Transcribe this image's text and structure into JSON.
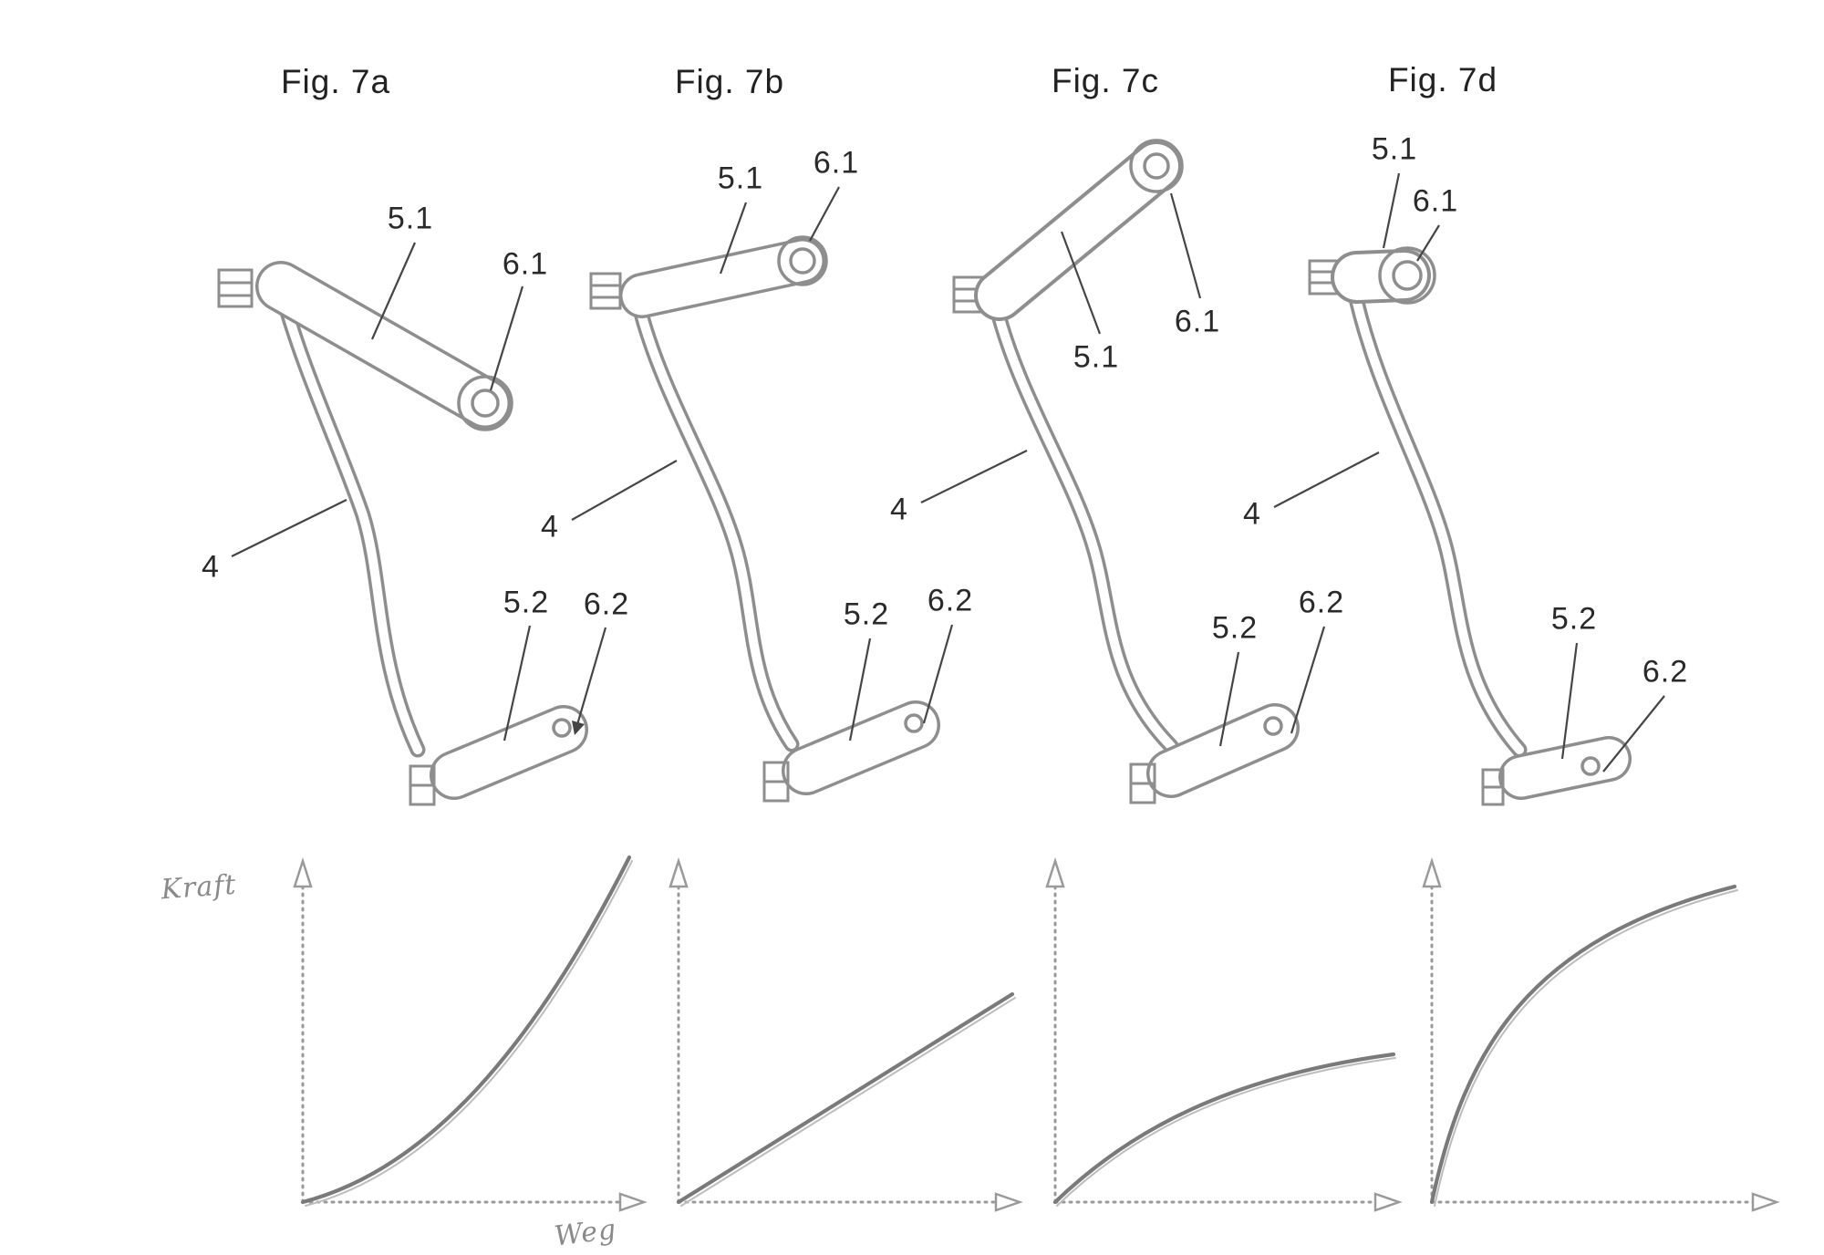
{
  "document": {
    "kind": "patent drawing sheet",
    "background_color": "#ffffff",
    "line_color": "#8e8e8e",
    "text_color": "#2a2a2a"
  },
  "figures": [
    {
      "title": "Fig. 7a",
      "labels": {
        "upper_arm": "5.1",
        "upper_eye": "6.1",
        "lever": "4",
        "lower_arm": "5.2",
        "lower_eye": "6.2"
      }
    },
    {
      "title": "Fig. 7b",
      "labels": {
        "upper_arm": "5.1",
        "upper_eye": "6.1",
        "lever": "4",
        "lower_arm": "5.2",
        "lower_eye": "6.2"
      }
    },
    {
      "title": "Fig. 7c",
      "labels": {
        "upper_arm": "5.1",
        "upper_eye": "6.1",
        "lever": "4",
        "lower_arm": "5.2",
        "lower_eye": "6.2"
      }
    },
    {
      "title": "Fig. 7d",
      "labels": {
        "upper_arm": "5.1",
        "upper_eye": "6.1",
        "lever": "4",
        "lower_arm": "5.2",
        "lower_eye": "6.2"
      }
    }
  ],
  "axes": {
    "y_label": "Kraft",
    "x_label": "Weg"
  },
  "chart_data": [
    {
      "type": "line",
      "title": "Fig. 7a force-travel curve",
      "xlabel": "Weg",
      "ylabel": "Kraft",
      "shape": "progressive (convex rising)",
      "legend": false,
      "grid": false,
      "x": [
        0,
        0.2,
        0.4,
        0.6,
        0.8,
        1.0
      ],
      "y": [
        0,
        0.1,
        0.25,
        0.45,
        0.7,
        1.0
      ]
    },
    {
      "type": "line",
      "title": "Fig. 7b force-travel curve",
      "xlabel": "Weg",
      "ylabel": "Kraft",
      "shape": "linear",
      "legend": false,
      "grid": false,
      "x": [
        0,
        1.0
      ],
      "y": [
        0,
        0.62
      ]
    },
    {
      "type": "line",
      "title": "Fig. 7c force-travel curve",
      "xlabel": "Weg",
      "ylabel": "Kraft",
      "shape": "degressive (concave, saturating)",
      "legend": false,
      "grid": false,
      "x": [
        0,
        0.2,
        0.4,
        0.6,
        0.8,
        1.0
      ],
      "y": [
        0,
        0.18,
        0.3,
        0.38,
        0.42,
        0.44
      ]
    },
    {
      "type": "line",
      "title": "Fig. 7d force-travel curve",
      "xlabel": "Weg",
      "ylabel": "Kraft",
      "shape": "strongly degressive (steep rise then saturating)",
      "legend": false,
      "grid": false,
      "x": [
        0,
        0.1,
        0.25,
        0.5,
        0.75,
        1.0
      ],
      "y": [
        0,
        0.35,
        0.6,
        0.8,
        0.9,
        0.95
      ]
    }
  ]
}
